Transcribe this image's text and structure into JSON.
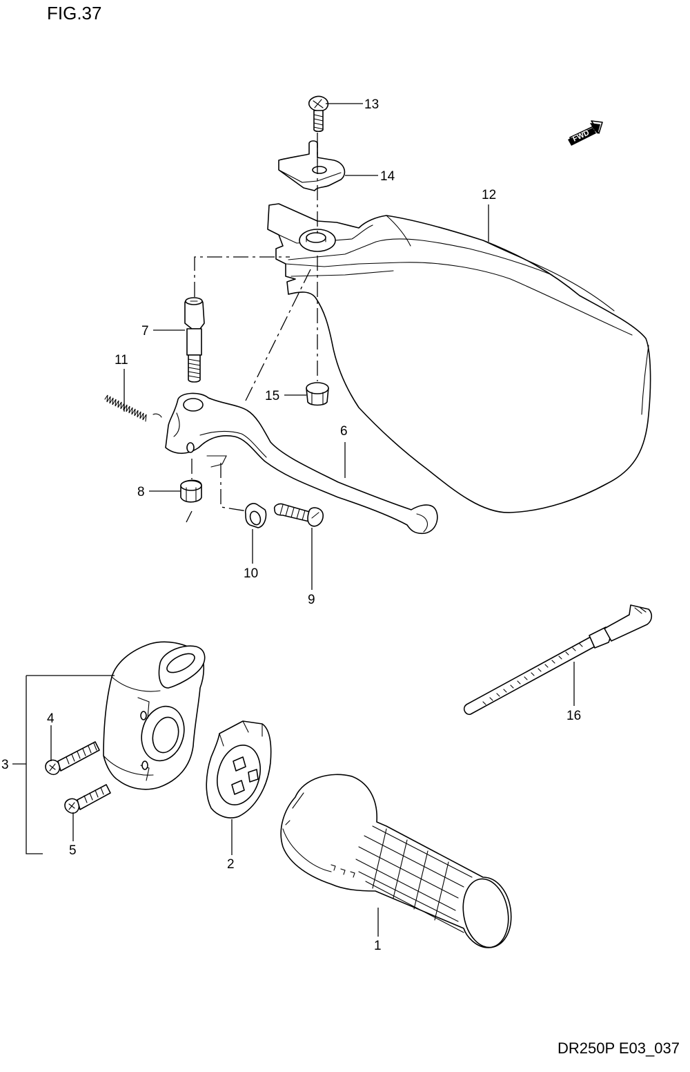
{
  "figure": {
    "title": "FIG.37",
    "reference_code": "DR250P E03_037",
    "fwd_badge": "FWD"
  },
  "callouts": [
    {
      "id": "1",
      "label": "1",
      "part": "grip"
    },
    {
      "id": "2",
      "label": "2",
      "part": "cable-guide-plate"
    },
    {
      "id": "3",
      "label": "3",
      "part": "lever-holder-assembly"
    },
    {
      "id": "4",
      "label": "4",
      "part": "screw"
    },
    {
      "id": "5",
      "label": "5",
      "part": "screw"
    },
    {
      "id": "6",
      "label": "6",
      "part": "clutch-lever"
    },
    {
      "id": "7",
      "label": "7",
      "part": "lever-bolt"
    },
    {
      "id": "8",
      "label": "8",
      "part": "nut"
    },
    {
      "id": "9",
      "label": "9",
      "part": "adjuster-bolt"
    },
    {
      "id": "10",
      "label": "10",
      "part": "lock-nut"
    },
    {
      "id": "11",
      "label": "11",
      "part": "spring"
    },
    {
      "id": "12",
      "label": "12",
      "part": "hand-guard"
    },
    {
      "id": "13",
      "label": "13",
      "part": "screw"
    },
    {
      "id": "14",
      "label": "14",
      "part": "mounting-bracket"
    },
    {
      "id": "15",
      "label": "15",
      "part": "nut"
    },
    {
      "id": "16",
      "label": "16",
      "part": "cable-tie"
    }
  ]
}
